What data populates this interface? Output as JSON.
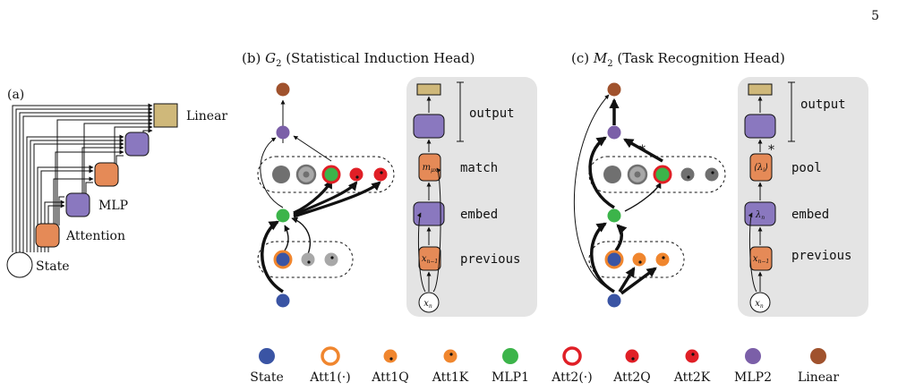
{
  "page_number": "5",
  "panel_a": {
    "label": "(a)",
    "blocks": [
      "Linear",
      "MLP",
      "Attention",
      "State"
    ]
  },
  "panel_b": {
    "title_prefix": "(b) ",
    "title_var": "G",
    "title_sub": "2",
    "title_rest": " (Statistical Induction Head)",
    "modules": [
      "output",
      "match",
      "embed",
      "previous"
    ],
    "box_labels": {
      "match": "m",
      "match_sub": "μx",
      "previous": "x",
      "previous_sub": "n−1",
      "input": "x",
      "input_sub": "n"
    }
  },
  "panel_c": {
    "title_prefix": "(c) ",
    "title_var": "M",
    "title_sub": "2",
    "title_rest": " (Task Recognition Head)",
    "modules": [
      "output",
      "pool",
      "embed",
      "previous"
    ],
    "box_labels": {
      "pool": "⟨λ",
      "pool_sub": "i",
      "pool_close": "⟩",
      "embed": "λ",
      "embed_sub": "n",
      "previous": "x",
      "previous_sub": "n−1",
      "input": "x",
      "input_sub": "n"
    },
    "asterisk": "*"
  },
  "legend": [
    {
      "label": "State",
      "color": "#3a54a4"
    },
    {
      "label": "Att1(·)",
      "color": "#f0862e"
    },
    {
      "label": "Att1Q",
      "color": "#f0862e"
    },
    {
      "label": "Att1K",
      "color": "#f0862e"
    },
    {
      "label": "MLP1",
      "color": "#3cb44a"
    },
    {
      "label": "Att2(·)",
      "color": "#e01f26"
    },
    {
      "label": "Att2Q",
      "color": "#e01f26"
    },
    {
      "label": "Att2K",
      "color": "#e01f26"
    },
    {
      "label": "MLP2",
      "color": "#7b5fa8"
    },
    {
      "label": "Linear",
      "color": "#a0522d"
    }
  ],
  "colors": {
    "linear_block": "#cfb87a",
    "mlp_block": "#8a78bf",
    "attention_block": "#e58a57",
    "panel_bg": "#e4e4e4",
    "gray_node": "#707070",
    "gray_node_light": "#a8a8a8"
  }
}
